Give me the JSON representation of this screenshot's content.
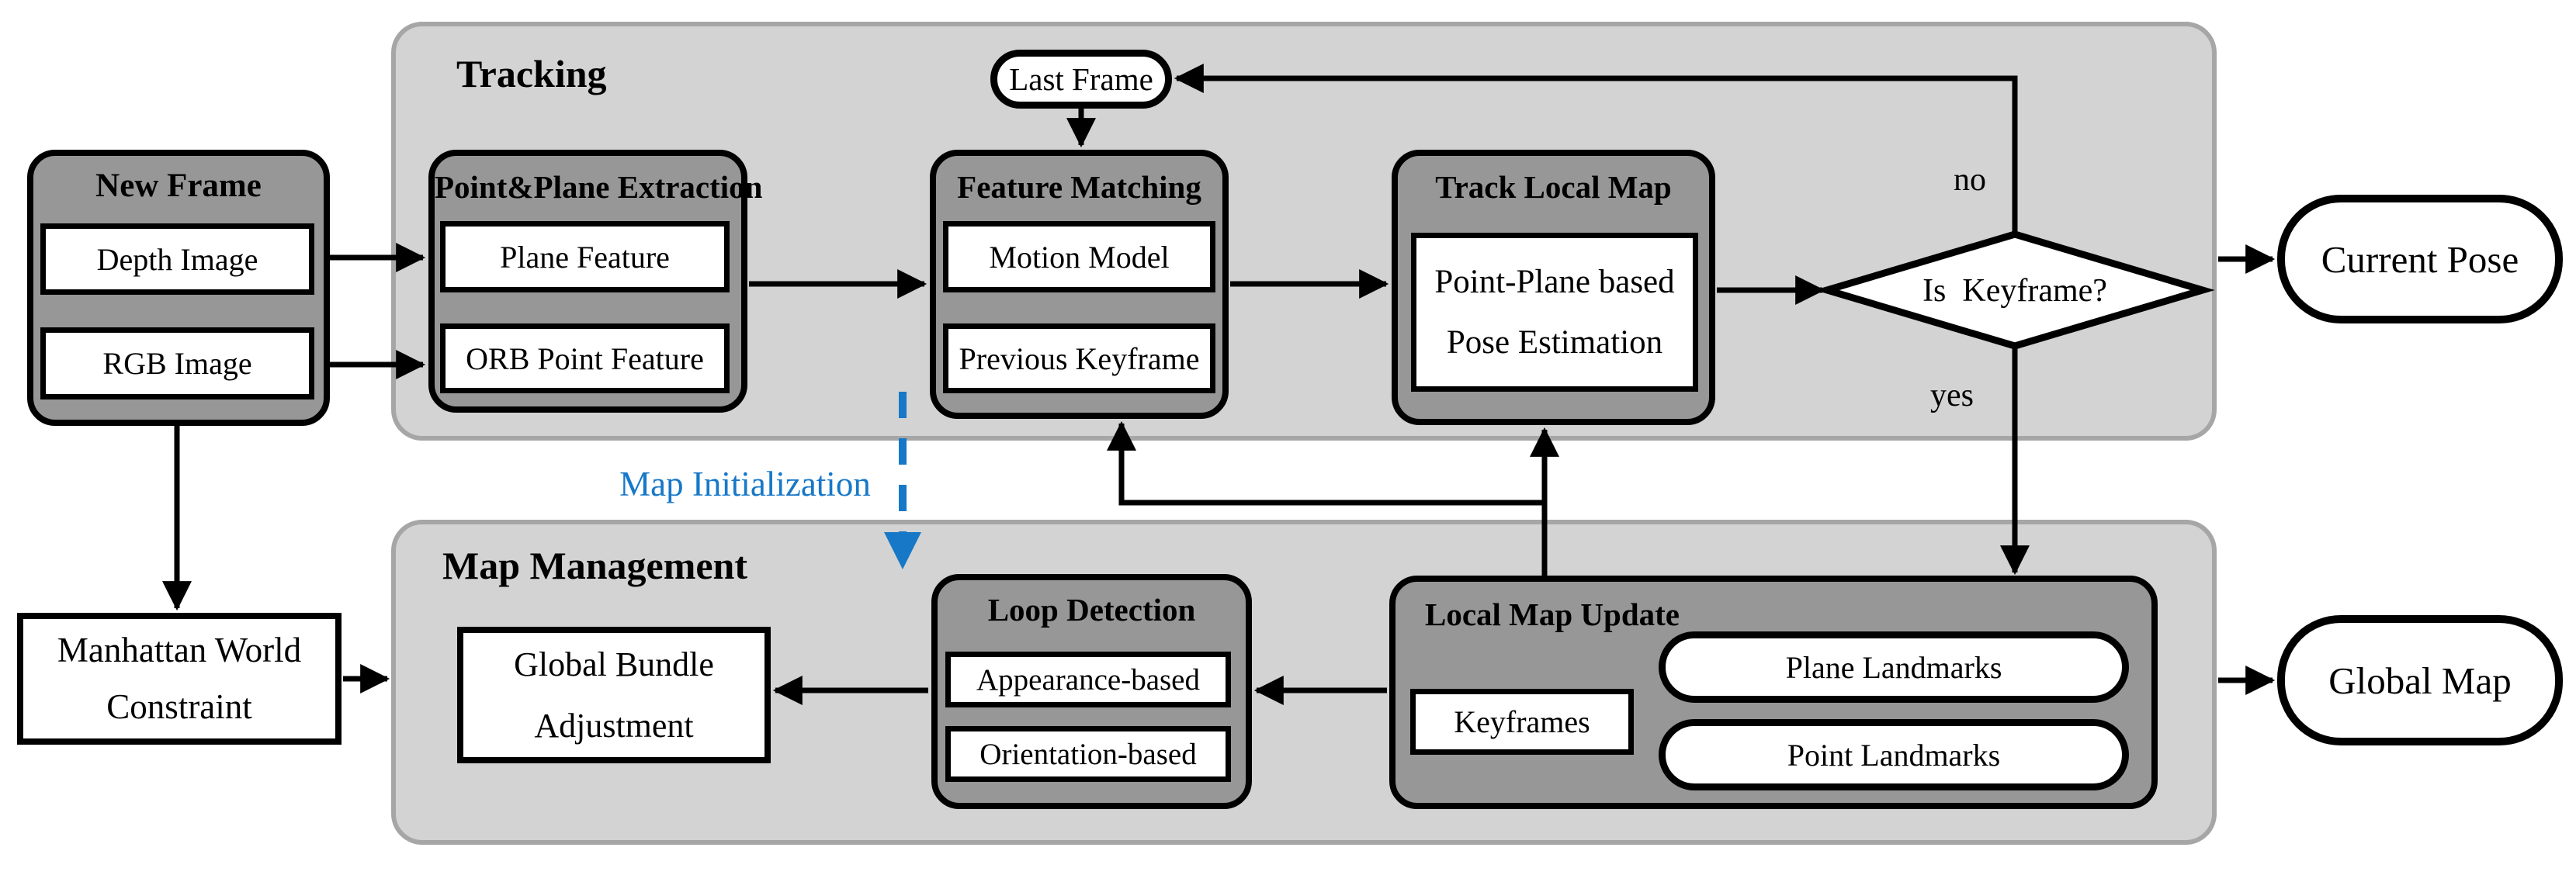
{
  "colors": {
    "container_fill": "#d3d3d3",
    "container_border": "#a6a6a6",
    "group_fill": "#979797",
    "node_fill": "#ffffff",
    "line_color": "#000000",
    "accent_blue": "#1778c8"
  },
  "inputs": {
    "new_frame": {
      "title": "New Frame",
      "depth_image": "Depth Image",
      "rgb_image": "RGB Image"
    },
    "manhattan": {
      "line1": "Manhattan World",
      "line2": "Constraint"
    }
  },
  "tracking": {
    "title": "Tracking",
    "last_frame": "Last Frame",
    "point_plane_extraction": {
      "title": "Point&Plane Extraction",
      "plane_feature": "Plane Feature",
      "orb_point_feature": "ORB Point Feature"
    },
    "feature_matching": {
      "title": "Feature Matching",
      "motion_model": "Motion Model",
      "previous_keyframe": "Previous Keyframe"
    },
    "track_local_map": {
      "title": "Track Local Map",
      "pose_line1": "Point-Plane based",
      "pose_line2": "Pose Estimation"
    },
    "decision": {
      "text": "Is  Keyframe?",
      "no": "no",
      "yes": "yes"
    }
  },
  "map_management": {
    "title": "Map Management",
    "global_bundle_adjustment": {
      "line1": "Global Bundle",
      "line2": "Adjustment"
    },
    "loop_detection": {
      "title": "Loop Detection",
      "appearance_based": "Appearance-based",
      "orientation_based": "Orientation-based"
    },
    "local_map_update": {
      "title": "Local Map Update",
      "keyframes": "Keyframes",
      "plane_landmarks": "Plane Landmarks",
      "point_landmarks": "Point Landmarks"
    }
  },
  "outputs": {
    "current_pose": "Current Pose",
    "global_map": "Global Map"
  },
  "annotations": {
    "map_initialization": "Map Initialization"
  }
}
